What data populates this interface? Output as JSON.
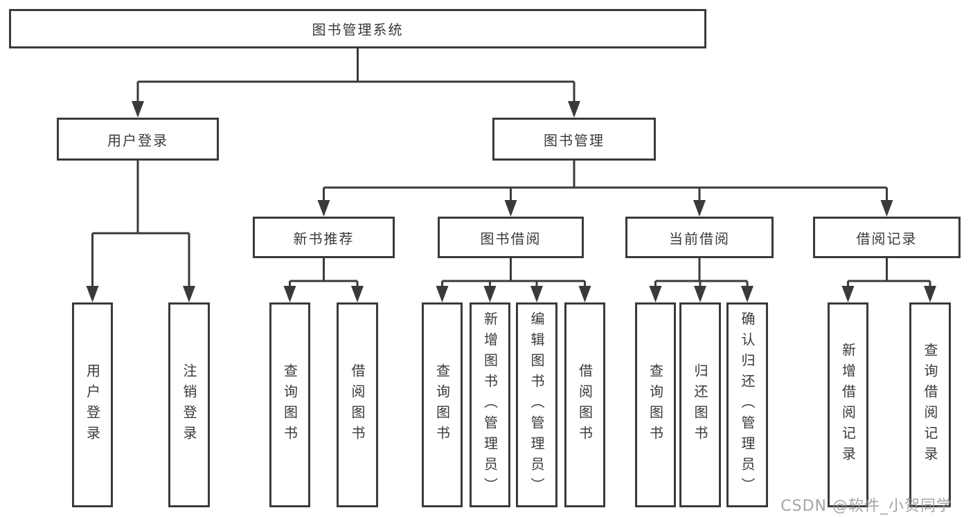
{
  "diagram": {
    "root": "图书管理系统",
    "branches": [
      {
        "label": "用户登录",
        "leaves": [
          "用户登录",
          "注销登录"
        ]
      },
      {
        "label": "图书管理",
        "groups": [
          {
            "label": "新书推荐",
            "leaves": [
              "查询图书",
              "借阅图书"
            ]
          },
          {
            "label": "图书借阅",
            "leaves": [
              "查询图书",
              "新增图书（管理员）",
              "编辑图书（管理员）",
              "借阅图书"
            ]
          },
          {
            "label": "当前借阅",
            "leaves": [
              "查询图书",
              "归还图书",
              "确认归还（管理员）"
            ]
          },
          {
            "label": "借阅记录",
            "leaves": [
              "新增借阅记录",
              "查询借阅记录"
            ]
          }
        ]
      }
    ]
  },
  "watermark": "CSDN @软件_小贺同学",
  "colors": {
    "line": "#3a3a3a",
    "box_border": "#3a3a3a",
    "box_fill": "#ffffff",
    "text": "#3a3a3a",
    "watermark": "#949494",
    "background": "#ffffff"
  }
}
